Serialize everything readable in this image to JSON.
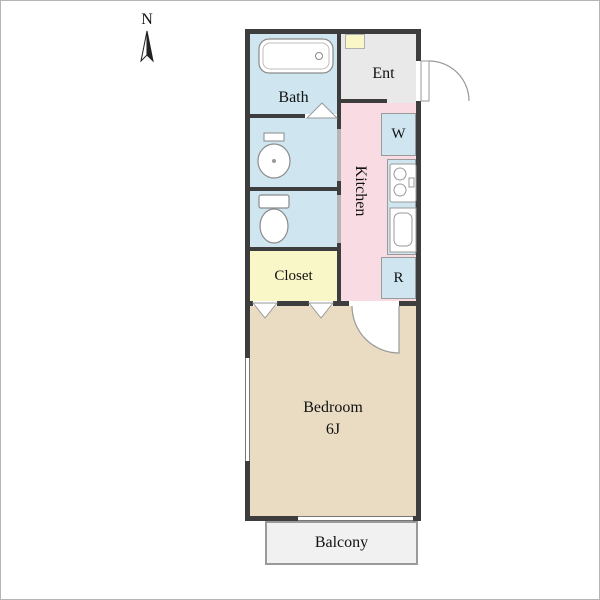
{
  "compass": {
    "label": "N"
  },
  "rooms": {
    "bath": {
      "label": "Bath"
    },
    "entrance": {
      "label": "Ent"
    },
    "kitchen": {
      "label": "Kitchen"
    },
    "washer": {
      "label": "W"
    },
    "refrigerator": {
      "label": "R"
    },
    "closet": {
      "label": "Closet"
    },
    "bedroom": {
      "label": "Bedroom",
      "size": "6J"
    },
    "balcony": {
      "label": "Balcony"
    }
  },
  "colors": {
    "water_rooms": "#cfe6f0",
    "kitchen": "#f9dce3",
    "closet": "#f9f6c8",
    "bedroom": "#e9dcc3",
    "entrance": "#e9e9e9",
    "balcony": "#f1f1f1",
    "wall": "#3d3d3d",
    "door_gap": "#b5b5b5"
  }
}
